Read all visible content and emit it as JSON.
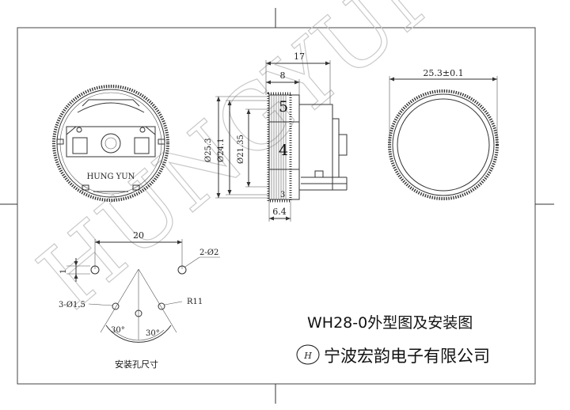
{
  "watermark": "HUNGYUN",
  "front_view": {
    "brand_text": "HUNG YUN"
  },
  "side_view": {
    "dims": {
      "length": "17",
      "front": "8",
      "d1": "Ø25.3",
      "d2": "Ø24.1",
      "d3": "Ø21.35",
      "base": "6.4"
    },
    "scale_numbers": [
      "5",
      "4",
      "3"
    ]
  },
  "back_view": {
    "dim": "25.3±0.1"
  },
  "mounting": {
    "spacing": "20",
    "small_dim": "1",
    "holes_top": "2-Ø2",
    "holes_bottom": "3-Ø1.5",
    "radius": "R11",
    "angle_left": "30°",
    "angle_right": "30°",
    "caption": "安装孔尺寸"
  },
  "title": "WH28-0外型图及安装图",
  "company": {
    "logo_letter": "H",
    "name": "宁波宏韵电子有限公司"
  }
}
